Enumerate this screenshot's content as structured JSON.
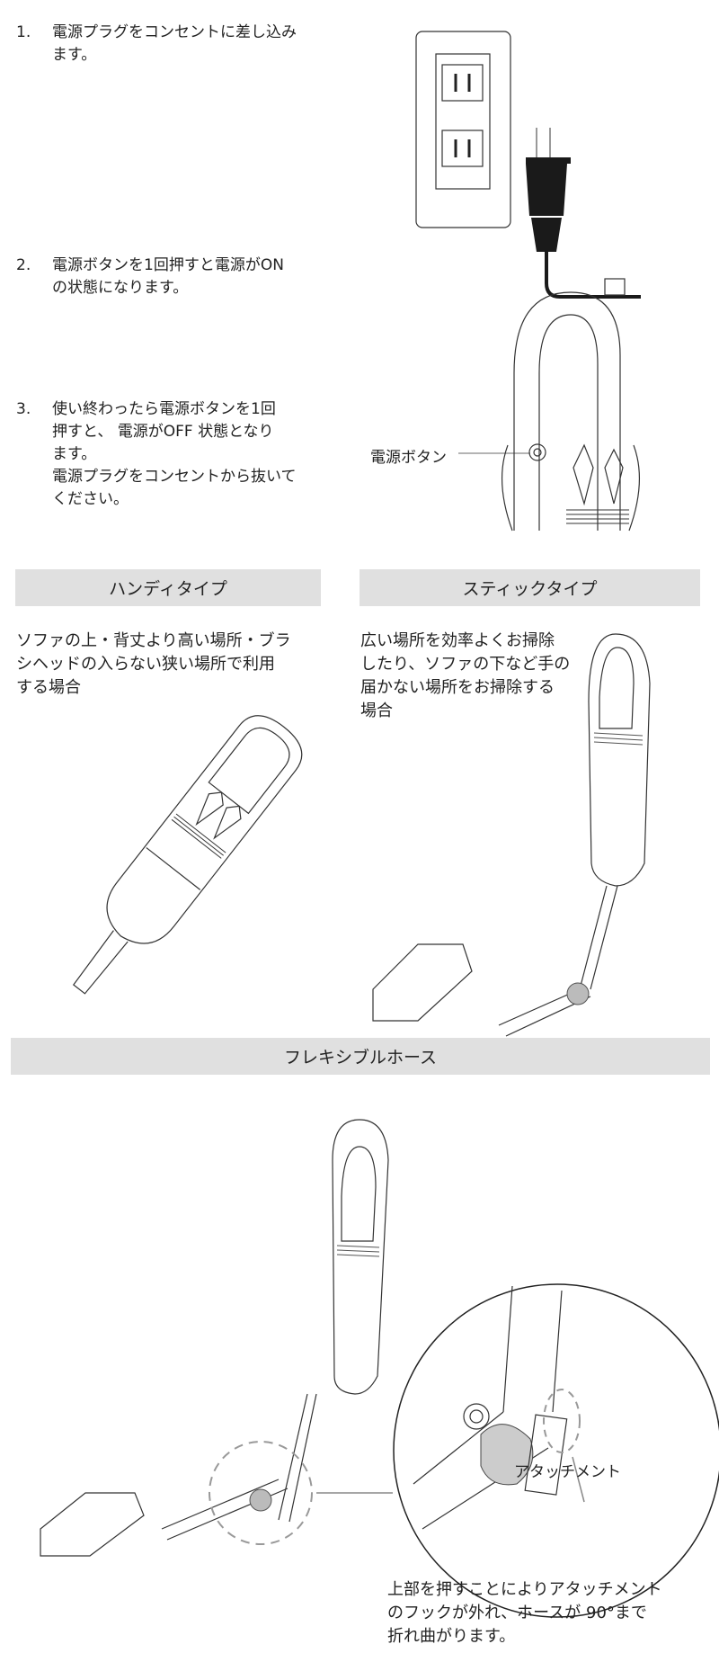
{
  "steps": [
    {
      "num": "1.",
      "lines": [
        "電源プラグをコンセントに差し込み",
        "ます。"
      ]
    },
    {
      "num": "2.",
      "lines": [
        "電源ボタンを1回押すと電源がON",
        "の状態になります。"
      ]
    },
    {
      "num": "3.",
      "lines": [
        "使い終わったら電源ボタンを1回",
        "押すと、 電源がOFF 状態となり",
        "ます。",
        "電源プラグをコンセントから抜いて",
        "ください。"
      ]
    }
  ],
  "power_button_label": "電源ボタン",
  "handy": {
    "title": "ハンディタイプ",
    "lines": [
      "ソファの上・背丈より高い場所・ブラ",
      "シヘッドの入らない狭い場所で利用",
      "する場合"
    ]
  },
  "stick": {
    "title": "スティックタイプ",
    "lines": [
      "広い場所を効率よくお掃除",
      "したり、ソファの下など手の",
      "届かない場所をお掃除する",
      "場合"
    ]
  },
  "flex": {
    "title": "フレキシブルホース",
    "attachment_label": "アタッチメント",
    "caption": [
      "上部を押すことによりアタッチメント",
      "のフックが外れ、ホースが 90°まで",
      "折れ曲がります。"
    ]
  }
}
